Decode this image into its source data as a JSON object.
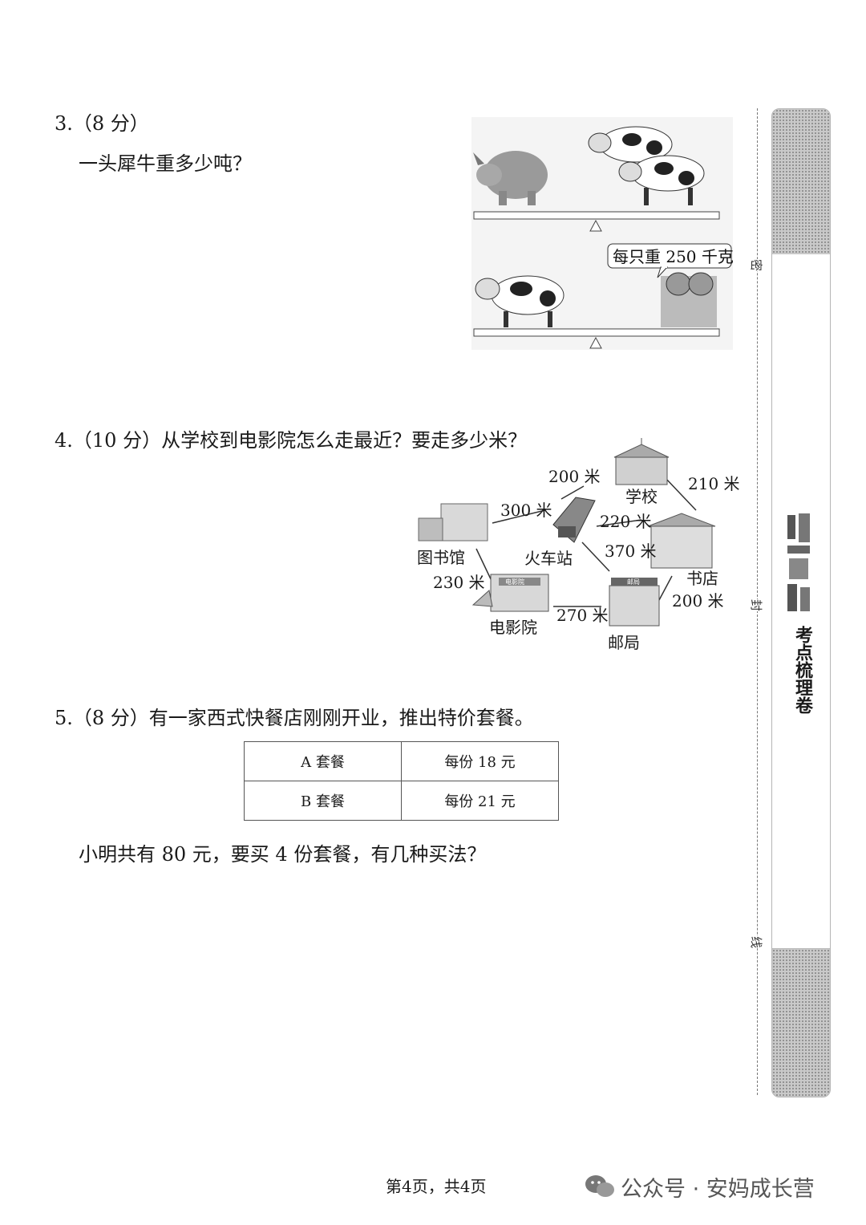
{
  "q3": {
    "header": "3.（8 分）",
    "question": "一头犀牛重多少吨？",
    "speech": "每只重 250 千克"
  },
  "q4": {
    "header": "4.（10 分）从学校到电影院怎么走最近？要走多少米？",
    "places": {
      "school": "学校",
      "library": "图书馆",
      "station": "火车站",
      "bookstore": "书店",
      "cinema": "电影院",
      "post": "邮局"
    },
    "distances": {
      "school_station": "200 米",
      "school_bookstore": "210 米",
      "library_station": "300 米",
      "station_bookstore": "220 米",
      "station_post": "370 米",
      "library_cinema": "230 米",
      "cinema_post": "270 米",
      "bookstore_post": "200 米"
    },
    "sign_cinema": "电影院",
    "sign_post": "邮局"
  },
  "q5": {
    "header": "5.（8 分）有一家西式快餐店刚刚开业，推出特价套餐。",
    "table": [
      [
        "A 套餐",
        "每份 18 元"
      ],
      [
        "B 套餐",
        "每份 21 元"
      ]
    ],
    "question": "小明共有 80 元，要买 4 份套餐，有几种买法？"
  },
  "side": {
    "seal_1": "密",
    "seal_2": "封",
    "seal_3": "线",
    "title": "考点梳理卷"
  },
  "footer": {
    "page": "第4页，共4页",
    "watermark": "公众号 · 安妈成长营"
  }
}
